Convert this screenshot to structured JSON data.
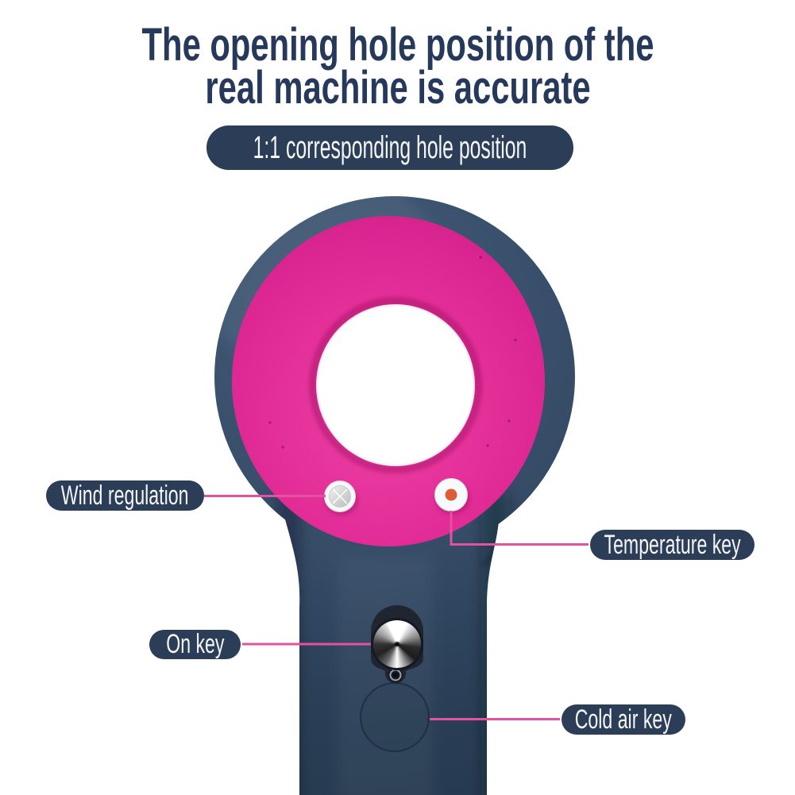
{
  "title": {
    "line1": "The opening hole position of the",
    "line2": "real machine is accurate"
  },
  "badge": {
    "label": "1:1 corresponding hole position"
  },
  "callouts": {
    "wind": {
      "label": "Wind regulation"
    },
    "temperature": {
      "label": "Temperature key"
    },
    "on": {
      "label": "On key"
    },
    "cold": {
      "label": "Cold air key"
    }
  },
  "product": {
    "name": "bladeless hair dryer",
    "colors": {
      "body_navy": "#354b66",
      "face_pink": "#e42f99",
      "leader_line_pink": "#e251a2",
      "label_navy": "#2c3d58",
      "title_navy": "#26395b",
      "temperature_dot": "#df5a38"
    }
  }
}
